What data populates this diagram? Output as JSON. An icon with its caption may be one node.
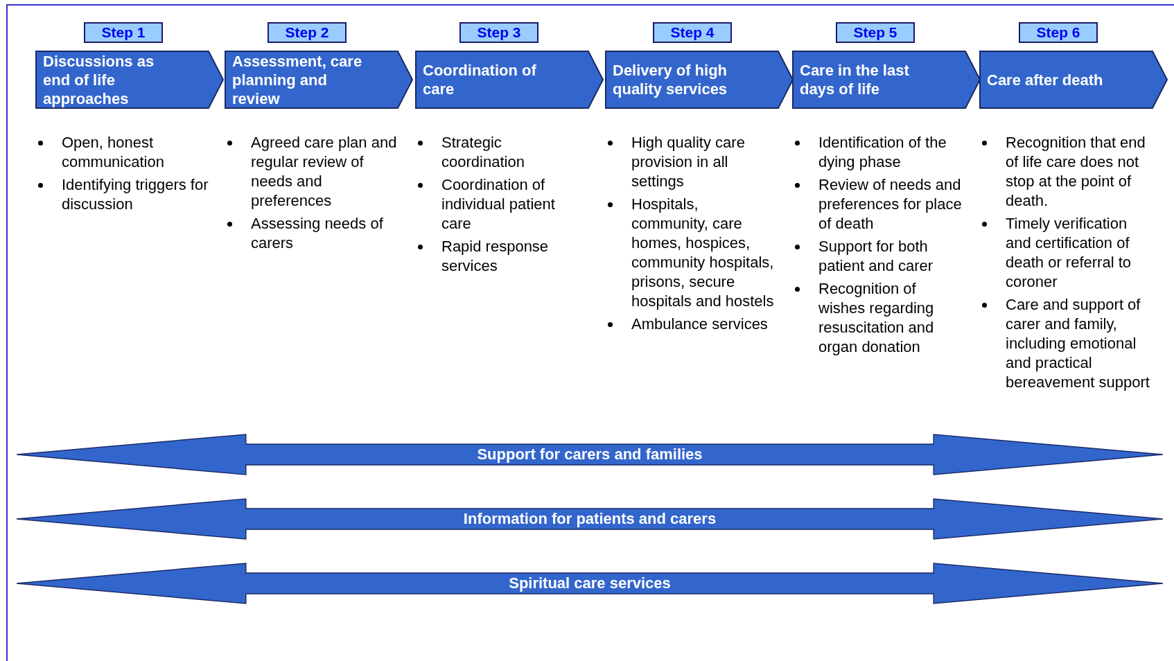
{
  "diagram": {
    "nodes": [
      {
        "text": [
          "Step 1"
        ]
      },
      {
        "text": [
          "Step 2"
        ]
      },
      {
        "text": [
          "Step 3"
        ]
      },
      {
        "text": [
          "Step 4"
        ]
      },
      {
        "text": [
          "Step 5"
        ]
      },
      {
        "text": [
          "Step 6"
        ]
      },
      {
        "text": [
          "Discussions as end of life approaches"
        ],
        "beside": [
          "Open, honest communication",
          "Identifying  triggers for discussion"
        ]
      },
      {
        "text": [
          "Assessment, care planning and review"
        ],
        "beside": [
          "Agreed care plan and regular review of needs and preferences",
          "Assessing needs of carers"
        ]
      },
      {
        "text": [
          "Coordination of care"
        ],
        "beside": [
          "Strategic coordination",
          "Coordination of individual patient care",
          "Rapid response services"
        ]
      },
      {
        "text": [
          "Delivery of  high quality services"
        ],
        "beside": [
          "High quality care provision in all settings",
          "Hospitals, community, care homes, hospices, community hospitals, prisons, secure hospitals and hostels",
          "Ambulance services"
        ]
      },
      {
        "text": [
          "Care in the last days of life"
        ],
        "beside": [
          "Identification of the dying phase",
          "Review of needs and preferences for place of death",
          "Support for both patient and carer",
          "Recognition of wishes regarding resuscitation and organ donation"
        ]
      },
      {
        "text": [
          "Care after death"
        ],
        "beside": [
          "Recognition that end of life care does not stop at the point of death.",
          "Timely verification and certification of death or referral to coroner",
          "Care and support of carer and family, including emotional and practical bereavement support"
        ]
      },
      {
        "text": [
          "Support for carers and families"
        ]
      },
      {
        "text": [
          "Information for patients and carers"
        ]
      },
      {
        "text": [
          "Spiritual care services"
        ]
      }
    ]
  }
}
